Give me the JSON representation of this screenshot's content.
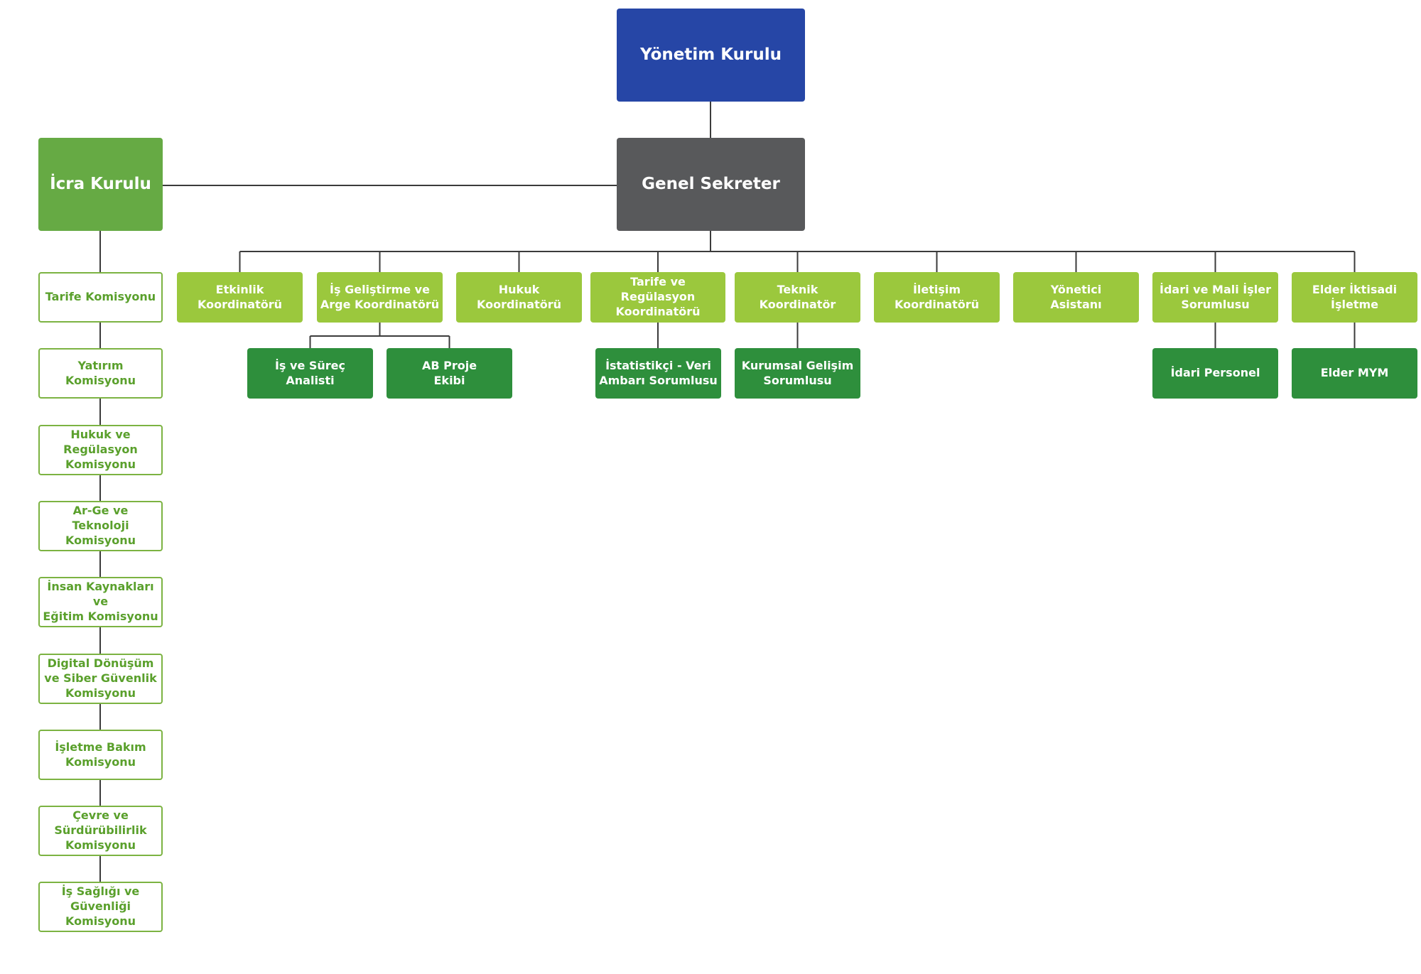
{
  "colors": {
    "board": "#2646a6",
    "secretary": "#58595b",
    "executive": "#66aa44",
    "coordinator": "#9bc83d",
    "sub_unit": "#2e8f3c",
    "commission_border": "#7cb342",
    "commission_text": "#5aa02c",
    "connector": "#3b3b3b"
  },
  "board": {
    "label": "Yönetim Kurulu"
  },
  "secretary": {
    "label": "Genel Sekreter"
  },
  "executive": {
    "label": "İcra Kurulu"
  },
  "coordinators": [
    {
      "lines": [
        "Etkinlik",
        "Koordinatörü"
      ]
    },
    {
      "lines": [
        "İş Geliştirme ve",
        "Arge Koordinatörü"
      ]
    },
    {
      "lines": [
        "Hukuk",
        "Koordinatörü"
      ]
    },
    {
      "lines": [
        "Tarife ve Regülasyon",
        "Koordinatörü"
      ]
    },
    {
      "lines": [
        "Teknik",
        "Koordinatör"
      ]
    },
    {
      "lines": [
        "İletişim",
        "Koordinatörü"
      ]
    },
    {
      "lines": [
        "Yönetici",
        "Asistanı"
      ]
    },
    {
      "lines": [
        "İdari ve Mali İşler",
        "Sorumlusu"
      ]
    },
    {
      "lines": [
        "Elder İktisadi",
        "İşletme"
      ]
    }
  ],
  "sub_units": [
    {
      "lines": [
        "İş ve Süreç",
        "Analisti"
      ]
    },
    {
      "lines": [
        "AB Proje",
        "Ekibi"
      ]
    },
    {
      "lines": [
        "İstatistikçi - Veri",
        "Ambarı Sorumlusu"
      ]
    },
    {
      "lines": [
        "Kurumsal Gelişim",
        "Sorumlusu"
      ]
    },
    {
      "lines": [
        "İdari Personel"
      ]
    },
    {
      "lines": [
        "Elder MYM"
      ]
    }
  ],
  "commissions": [
    {
      "lines": [
        "Tarife Komisyonu"
      ]
    },
    {
      "lines": [
        "Yatırım Komisyonu"
      ]
    },
    {
      "lines": [
        "Hukuk ve",
        "Regülasyon",
        "Komisyonu"
      ]
    },
    {
      "lines": [
        "Ar-Ge ve Teknoloji",
        "Komisyonu"
      ]
    },
    {
      "lines": [
        "İnsan Kaynakları ve",
        "Eğitim Komisyonu"
      ]
    },
    {
      "lines": [
        "Digital Dönüşüm",
        "ve Siber Güvenlik",
        "Komisyonu"
      ]
    },
    {
      "lines": [
        "İşletme Bakım",
        "Komisyonu"
      ]
    },
    {
      "lines": [
        "Çevre ve",
        "Sürdürübilirlik",
        "Komisyonu"
      ]
    },
    {
      "lines": [
        "İş Sağlığı ve",
        "Güvenliği",
        "Komisyonu"
      ]
    }
  ]
}
